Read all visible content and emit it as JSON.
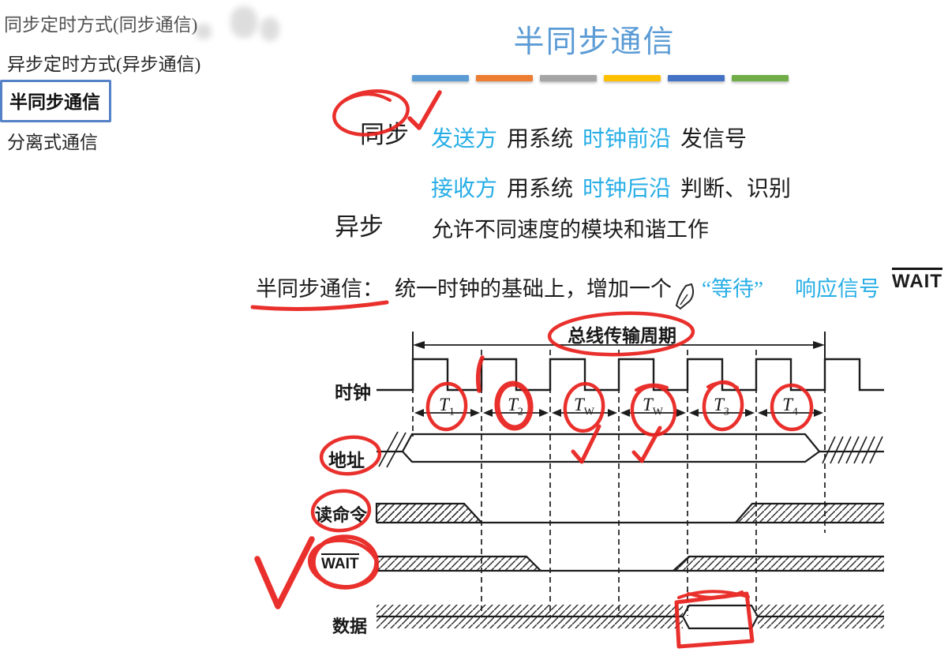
{
  "sidebar": {
    "items": [
      {
        "label": "同步定时方式(同步通信)",
        "selected": false
      },
      {
        "label": "异步定时方式(异步通信)",
        "selected": false
      },
      {
        "label": "半同步通信",
        "selected": true
      },
      {
        "label": "分离式通信",
        "selected": false
      }
    ]
  },
  "header": {
    "title": "半同步通信"
  },
  "theme": {
    "title_color": "#5B9BD5",
    "highlight_color": "#27AEE6",
    "annotation_red": "#E8211D",
    "selected_border": "#5581C6",
    "bars": [
      "#5B9BD5",
      "#ED7D31",
      "#A5A5A5",
      "#FFC000",
      "#4472C4",
      "#70AD47"
    ]
  },
  "content": {
    "sync": {
      "term": "同步",
      "line1": {
        "p1": "发送方",
        "p2": "用系统",
        "p3": "时钟前沿",
        "p4": "发信号"
      },
      "line2": {
        "p1": "接收方",
        "p2": "用系统",
        "p3": "时钟后沿",
        "p4": "判断、识别"
      }
    },
    "async": {
      "term": "异步",
      "desc": "允许不同速度的模块和谐工作"
    },
    "semi": {
      "lead": "半同步通信：",
      "body": "统一时钟的基础上，增加一个",
      "q1": "“等待”",
      "q2": "响应信号",
      "wait": "WAIT"
    }
  },
  "diagram": {
    "cycle_label": "总线传输周期",
    "rows": {
      "clock": "时钟",
      "address": "地址",
      "read": "读命令",
      "wait": "WAIT",
      "data": "数据"
    },
    "periods": [
      {
        "base": "T",
        "sub": "1"
      },
      {
        "base": "T",
        "sub": "2"
      },
      {
        "base": "T",
        "sub": "W"
      },
      {
        "base": "T",
        "sub": "W"
      },
      {
        "base": "T",
        "sub": "3"
      },
      {
        "base": "T",
        "sub": "4"
      }
    ]
  }
}
